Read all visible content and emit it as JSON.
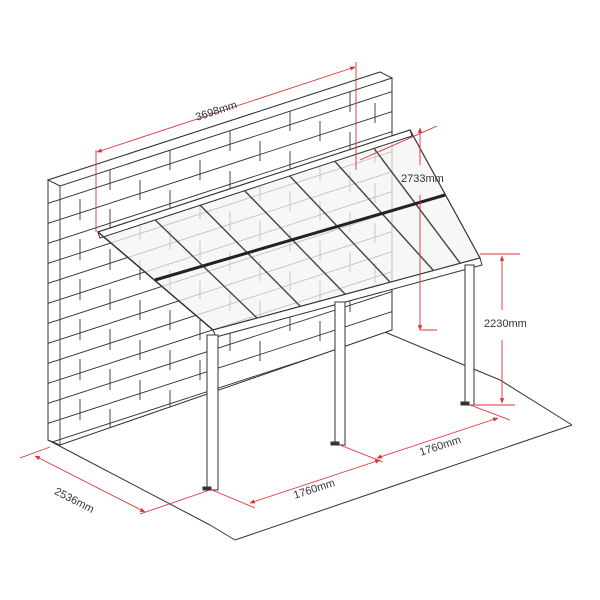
{
  "diagram": {
    "subject": "Wall-mounted lean-to patio cover with polycarbonate roof panels",
    "colors": {
      "line": "#333333",
      "dimension": "#e0303a",
      "background": "#ffffff",
      "panel": "#f2f2f2"
    },
    "dimensions": {
      "width_top": "3698mm",
      "wall_height_above_roof": "2733mm",
      "front_height": "2230mm",
      "post_spacing_right": "1760mm",
      "post_spacing_front": "1760mm",
      "depth": "2536mm"
    },
    "components": {
      "wall": "brick-wall",
      "roof": "polycarbonate-panels",
      "posts": 3,
      "panel_rows": 2,
      "panel_columns": 6
    }
  }
}
